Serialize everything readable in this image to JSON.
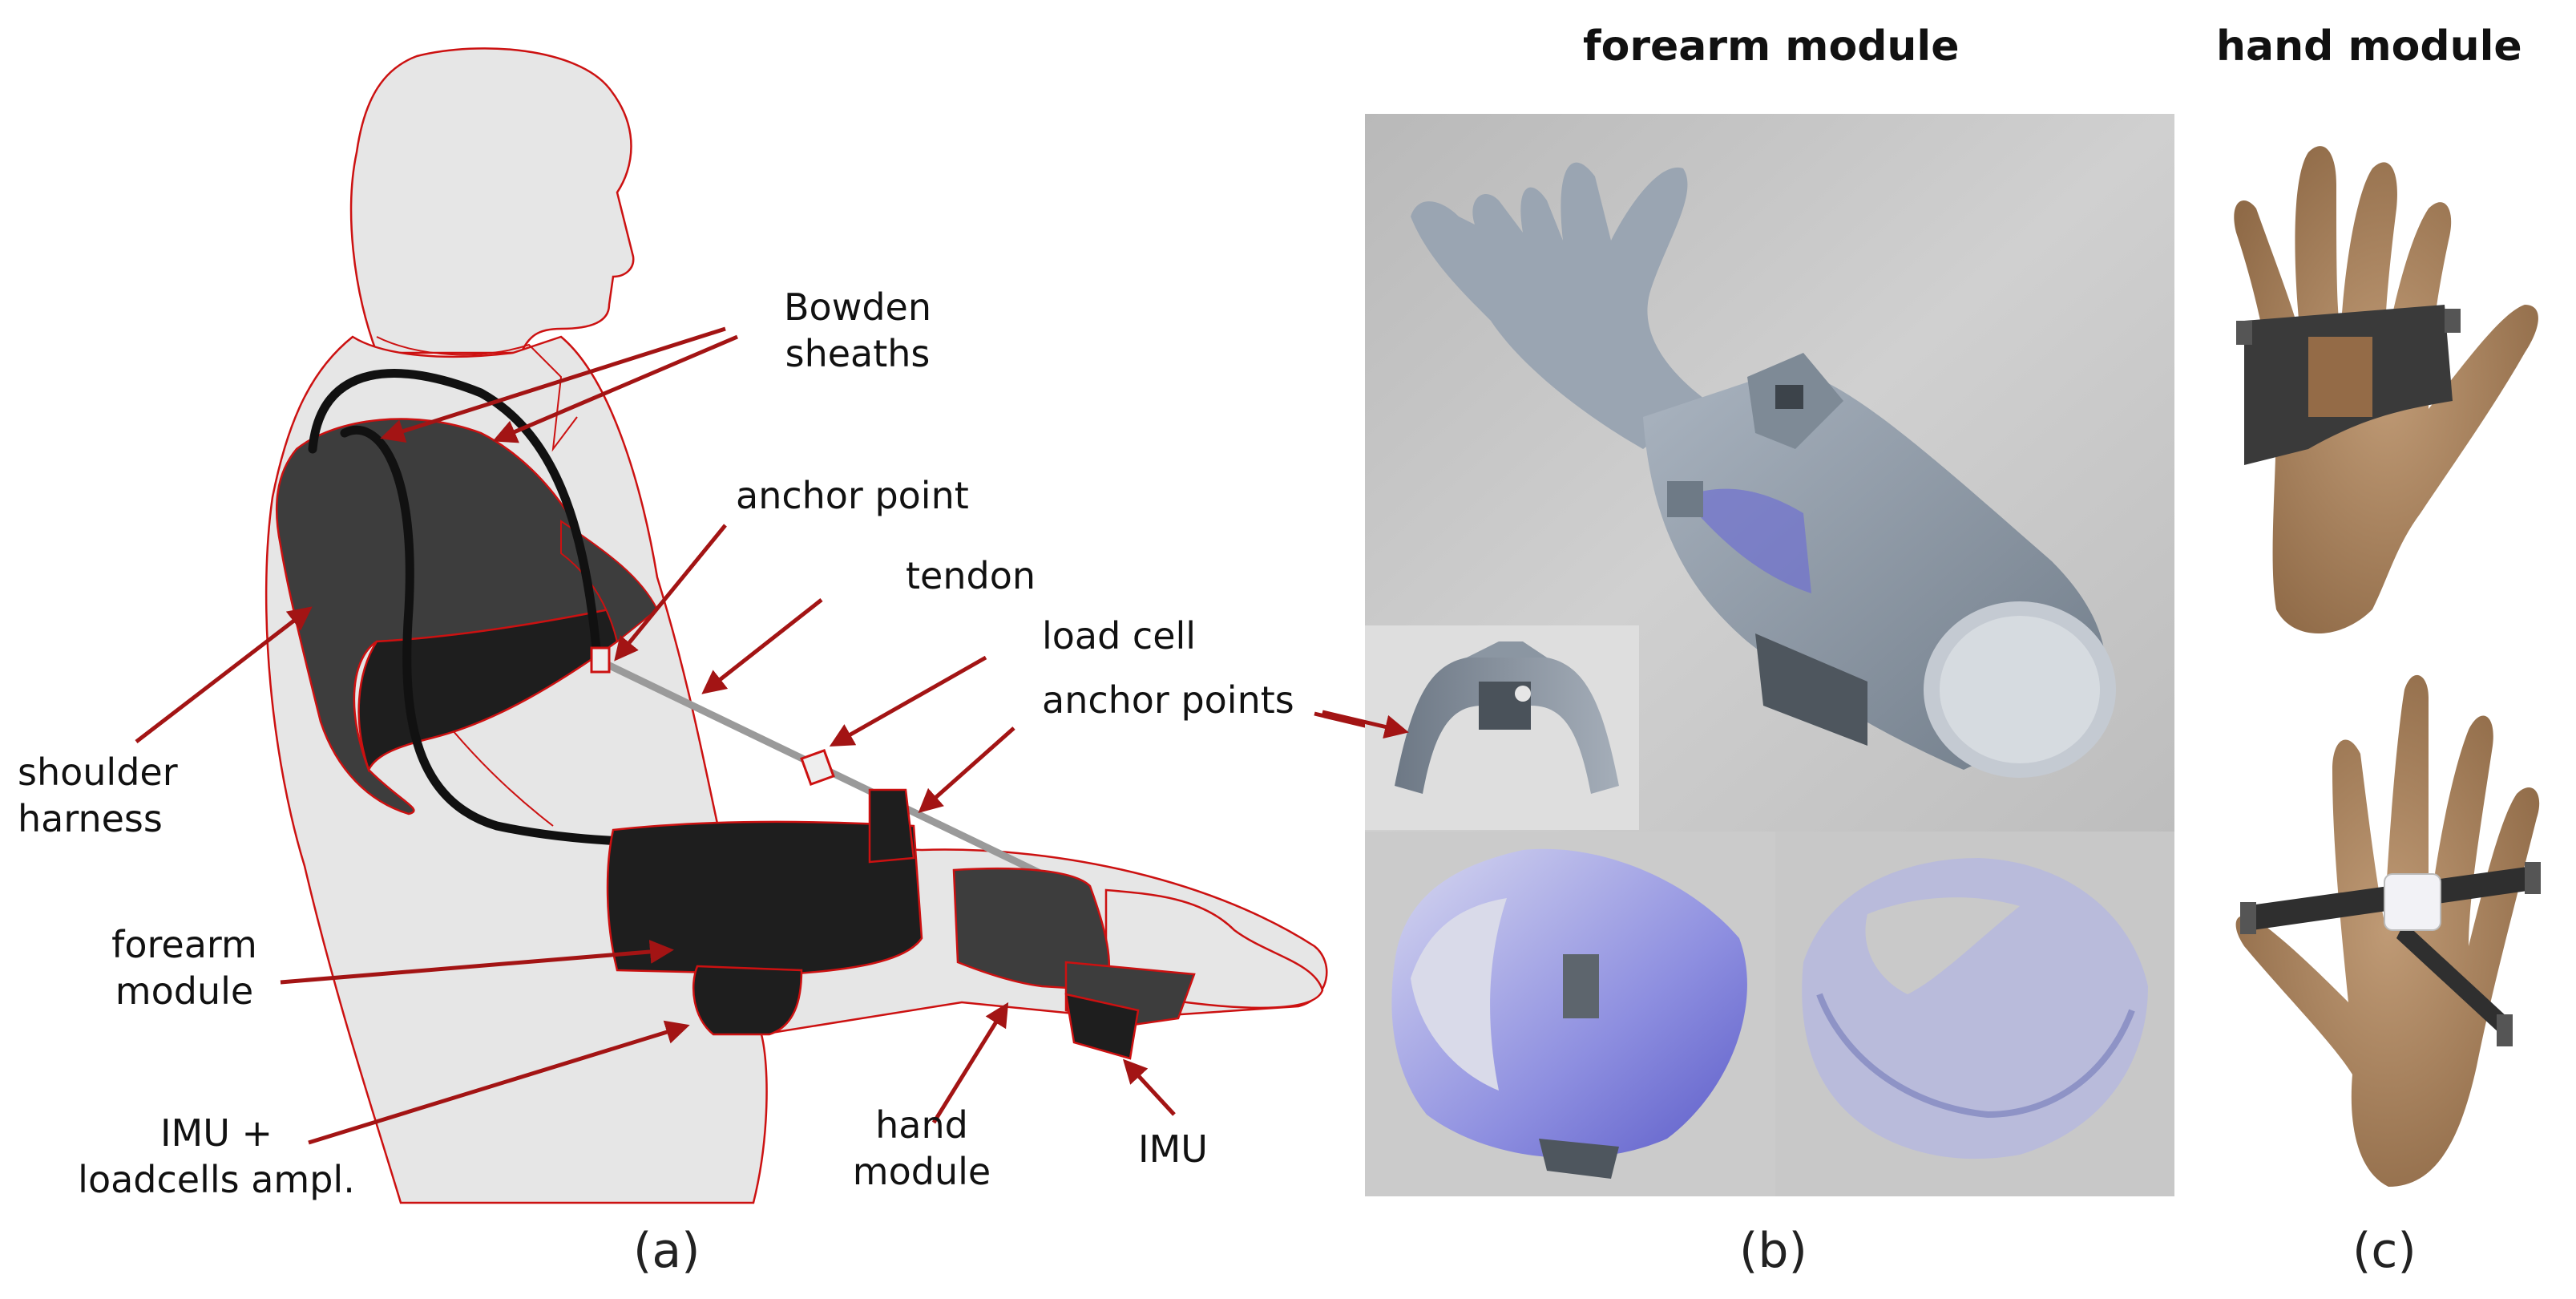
{
  "panels": {
    "a": {
      "caption": "(a)",
      "labels": {
        "bowden_1": "Bowden",
        "bowden_2": "sheaths",
        "anchor_point": "anchor point",
        "tendon": "tendon",
        "load_cell": "load cell",
        "anchor_points": "anchor points",
        "shoulder_1": "shoulder",
        "shoulder_2": "harness",
        "forearm_1": "forearm",
        "forearm_2": "module",
        "imu_amp_1": "IMU +",
        "imu_amp_2": "loadcells ampl.",
        "hand_1": "hand",
        "hand_2": "module",
        "imu": "IMU"
      }
    },
    "b": {
      "title": "forearm module",
      "caption": "(b)"
    },
    "c": {
      "title": "hand module",
      "caption": "(c)"
    }
  },
  "colors": {
    "outline_red": "#cc1111",
    "arrow_red": "#a31414",
    "silhouette": "#e6e6e6",
    "harness_dark": "#3d3d3d",
    "module_black": "#1e1e1e",
    "render_bg": "#c8c8c8",
    "shell_grey": "#8e9aa6",
    "skin_tan": "#b08a66"
  }
}
